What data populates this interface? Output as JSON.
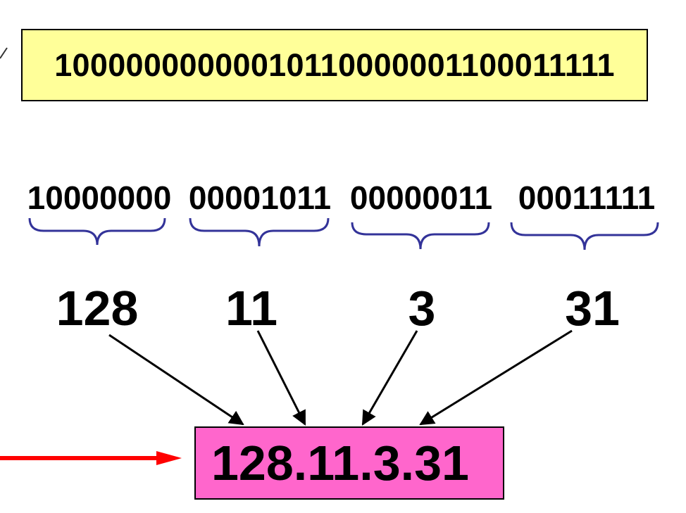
{
  "binary_full": "10000000000010110000001100011111",
  "octets": [
    {
      "bits": "10000000",
      "decimal": "128"
    },
    {
      "bits": "00001011",
      "decimal": "11"
    },
    {
      "bits": "00000011",
      "decimal": "3"
    },
    {
      "bits": "00011111",
      "decimal": "31"
    }
  ],
  "dotted_decimal": "128.11.3.31",
  "colors": {
    "binary_box_fill": "#ffff99",
    "result_box_fill": "#ff66cc",
    "brace": "#333399",
    "pointer_arrow": "#ff0000"
  }
}
